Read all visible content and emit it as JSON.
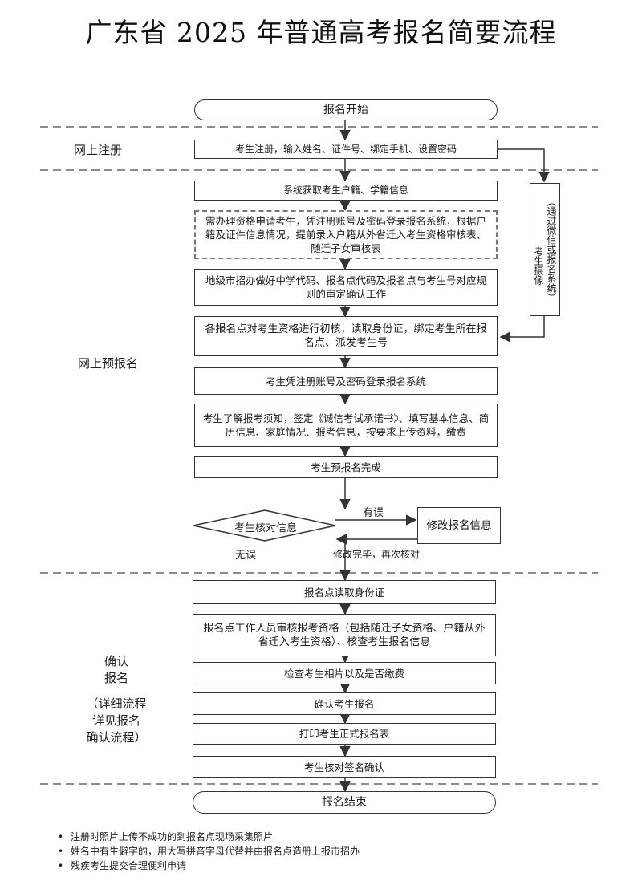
{
  "title": "广东省 2025 年普通高考报名简要流程",
  "sections": {
    "online_register": "网上注册",
    "online_prereg": "网上预报名",
    "confirm": "确认\n报名",
    "confirm_note": "（详细流程\n详见报名\n确认流程）"
  },
  "steps": {
    "start": "报名开始",
    "register": "考生注册，输入姓名、证件号、绑定手机、设置密码",
    "fetch_info": "系统获取考生户籍、学籍信息",
    "qualification": "需办理资格申请考生，凭注册账号及密码登录报名系统，根据户籍及证件信息情况，提前录入户籍从外省迁入考生资格审核表、随迁子女审核表",
    "city_office": "地级市招办做好中学代码、报名点代码及报名点与考生号对应规则的审定确认工作",
    "initial_check": "各报名点对考生资格进行初核，读取身份证，绑定考生所在报名点、派发考生号",
    "login": "考生凭注册账号及密码登录报名系统",
    "fill_info": "考生了解报考须知，签定《诚信考试承诺书》、填写基本信息、简历信息、家庭情况、报考信息，按要求上传资料，缴费",
    "prereg_done": "考生预报名完成",
    "verify": "考生核对信息",
    "modify": "修改报名信息",
    "read_id": "报名点读取身份证",
    "staff_review": "报名点工作人员审核报考资格（包括随迁子女资格、户籍从外省迁入考生资格）、核查考生报名信息",
    "photo_fee": "检查考生相片以及是否缴费",
    "confirm_reg": "确认考生报名",
    "print_form": "打印考生正式报名表",
    "sign": "考生核对签名确认",
    "end": "报名结束"
  },
  "side": {
    "photo_label": "考生摄像",
    "wechat_label": "（通过微信或报名系统）"
  },
  "branch_labels": {
    "error": "有误",
    "no_error": "无误",
    "recheck": "修改完毕，再次核对"
  },
  "notes": [
    "注册时照片上传不成功的到报名点现场采集照片",
    "姓名中有生僻字的，用大写拼音字母代替并由报名点造册上报市招办",
    "残疾考生提交合理便利申请"
  ]
}
